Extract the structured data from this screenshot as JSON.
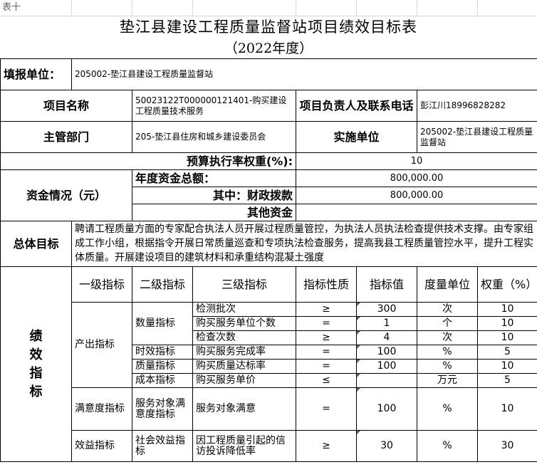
{
  "sheet_tag": "表十",
  "title": "垫江县建设工程质量监督站项目绩效目标表",
  "subtitle": "（2022年度）",
  "labels": {
    "reporting_unit": "填报单位：",
    "project_name": "项目名称",
    "project_leader": "项目负责人及联系电话",
    "supervising_dept": "主管部门",
    "implementing_unit": "实施单位",
    "budget_weight": "预算执行率权重(%):",
    "funding": "资金情况（元）",
    "annual_total": "年度资金总额：",
    "of_which_fiscal": "其中：财政拨款",
    "other_funds": "其他资金",
    "overall_goal": "总体目标",
    "performance_indicators": "绩效指标"
  },
  "values": {
    "reporting_unit": "205002-垫江县建设工程质量监督站",
    "project_name": "50023122T000000121401-购买建设工程质量技术服务",
    "project_leader": "彭江川18996828282",
    "supervising_dept": "205-垫江县住房和城乡建设委员会",
    "implementing_unit": "205002-垫江县建设工程质量监督站",
    "budget_weight": "10",
    "annual_total": "800,000.00",
    "of_which_fiscal": "800,000.00",
    "other_funds": "",
    "overall_goal": "聘请工程质量方面的专家配合执法人员开展过程质量管控，为执法人员执法检查提供技术支撑。由专家组成工作小组，根据指令开展日常质量巡查和专项执法检查服务，提高我县工程质量管控水平，提升工程实体质量。开展建设项目的建筑材料和承重结构混凝土强度"
  },
  "indicator_headers": [
    "一级指标",
    "二级指标",
    "三级指标",
    "指标性质",
    "指标值",
    "度量单位",
    "权重（%）"
  ],
  "level1": {
    "output": "产出指标",
    "satisfaction": "满意度指标",
    "benefit": "效益指标"
  },
  "level2": {
    "quantity": "数量指标",
    "timeliness": "时效指标",
    "quality": "质量指标",
    "cost": "成本指标",
    "service_satisfaction": "服务对象满意度指标",
    "social_benefit": "社会效益指标"
  },
  "rows": [
    {
      "name": "检测批次",
      "op": "≥",
      "value": "300",
      "unit": "次",
      "weight": "10"
    },
    {
      "name": "购买服务单位个数",
      "op": "=",
      "value": "1",
      "unit": "个",
      "weight": "10"
    },
    {
      "name": "检查次数",
      "op": "≥",
      "value": "4",
      "unit": "次",
      "weight": "10"
    },
    {
      "name": "购买服务完成率",
      "op": "=",
      "value": "100",
      "unit": "%",
      "weight": "5"
    },
    {
      "name": "购买质量达标率",
      "op": "=",
      "value": "100",
      "unit": "%",
      "weight": "10"
    },
    {
      "name": "购买服务单价",
      "op": "≤",
      "value": "",
      "unit": "万元",
      "weight": "5"
    },
    {
      "name": "服务对象满意",
      "op": "=",
      "value": "100",
      "unit": "%",
      "weight": "10"
    },
    {
      "name": "因工程质量引起的信访投诉降低率",
      "op": "≥",
      "value": "30",
      "unit": "%",
      "weight": "30"
    }
  ],
  "colors": {
    "grid": "#000000",
    "cell_marker": "#2e7d32",
    "background": "#ffffff"
  }
}
